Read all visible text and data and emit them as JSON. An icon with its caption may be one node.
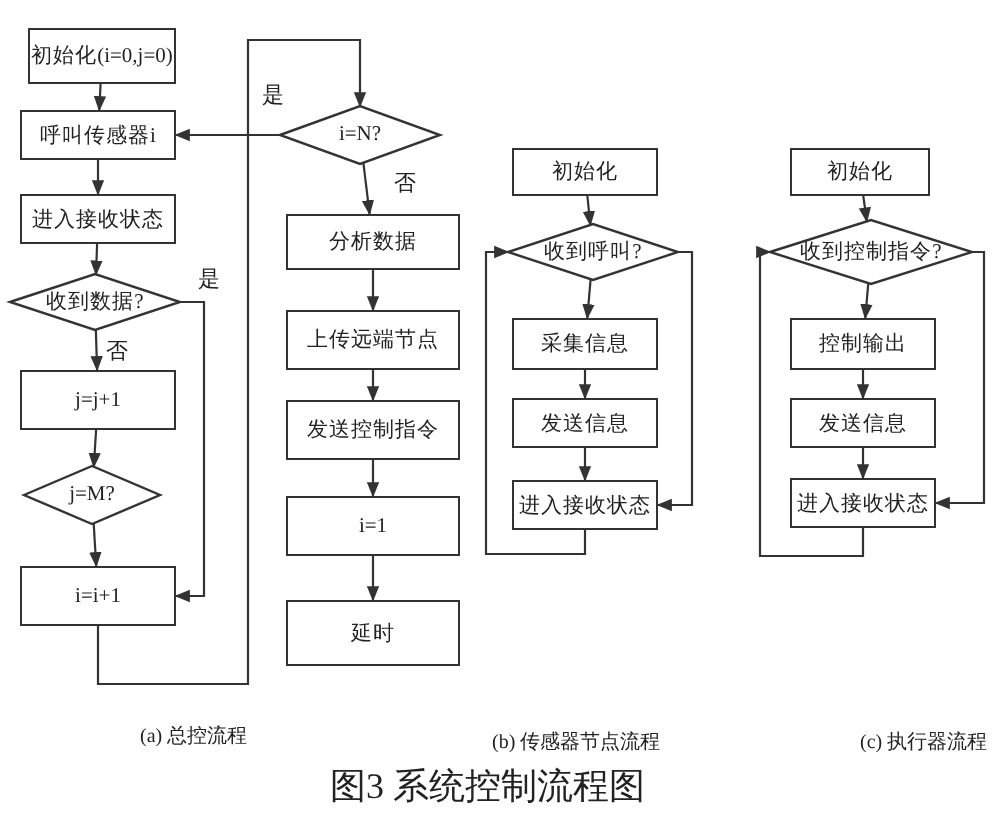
{
  "diagram": {
    "caption": "图3 系统控制流程图",
    "nodes": [
      {
        "text": [
          "初始化(i=0,j=0)"
        ]
      },
      {
        "text": [
          "呼叫传感器i"
        ]
      },
      {
        "text": [
          "进入接收状态"
        ]
      },
      {
        "text": [
          "收到数据?"
        ]
      },
      {
        "text": [
          "j=j+1"
        ]
      },
      {
        "text": [
          "j=M?"
        ]
      },
      {
        "text": [
          "i=i+1"
        ]
      },
      {
        "text": [
          "i=N?"
        ]
      },
      {
        "text": [
          "分析数据"
        ]
      },
      {
        "text": [
          "上传远端节点"
        ]
      },
      {
        "text": [
          "发送控制指令"
        ]
      },
      {
        "text": [
          "i=1"
        ]
      },
      {
        "text": [
          "延时"
        ]
      },
      {
        "text": [
          "初始化"
        ]
      },
      {
        "text": [
          "收到呼叫?"
        ]
      },
      {
        "text": [
          "采集信息"
        ]
      },
      {
        "text": [
          "发送信息"
        ]
      },
      {
        "text": [
          "进入接收状态"
        ]
      },
      {
        "text": [
          "初始化"
        ]
      },
      {
        "text": [
          "收到控制指令?"
        ]
      },
      {
        "text": [
          "控制输出"
        ]
      },
      {
        "text": [
          "发送信息"
        ]
      },
      {
        "text": [
          "进入接收状态"
        ]
      }
    ],
    "edges": [
      {
        "from": 0,
        "to": 1,
        "arrow": "to"
      },
      {
        "from": 1,
        "to": 2,
        "arrow": "to"
      },
      {
        "from": 2,
        "to": 3,
        "arrow": "to"
      },
      {
        "from": 3,
        "to": 4,
        "arrow": "to",
        "label": "否"
      },
      {
        "from": 3,
        "to": 6,
        "arrow": "to",
        "label": "是"
      },
      {
        "from": 4,
        "to": 5,
        "arrow": "to"
      },
      {
        "from": 5,
        "to": 6,
        "arrow": "to"
      },
      {
        "from": 6,
        "to": 7,
        "arrow": "to"
      },
      {
        "from": 7,
        "to": 1,
        "arrow": "to",
        "label": "是"
      },
      {
        "from": 7,
        "to": 8,
        "arrow": "to",
        "label": "否"
      },
      {
        "from": 8,
        "to": 9,
        "arrow": "to"
      },
      {
        "from": 9,
        "to": 10,
        "arrow": "to"
      },
      {
        "from": 10,
        "to": 11,
        "arrow": "to"
      },
      {
        "from": 11,
        "to": 12,
        "arrow": "to"
      },
      {
        "from": 13,
        "to": 14,
        "arrow": "to"
      },
      {
        "from": 14,
        "to": 15,
        "arrow": "to"
      },
      {
        "from": 15,
        "to": 16,
        "arrow": "to"
      },
      {
        "from": 16,
        "to": 17,
        "arrow": "to"
      },
      {
        "from": 14,
        "to": 17,
        "arrow": "to"
      },
      {
        "from": 17,
        "to": 14,
        "arrow": "to"
      },
      {
        "from": 18,
        "to": 19,
        "arrow": "to"
      },
      {
        "from": 19,
        "to": 20,
        "arrow": "to"
      },
      {
        "from": 20,
        "to": 21,
        "arrow": "to"
      },
      {
        "from": 21,
        "to": 22,
        "arrow": "to"
      },
      {
        "from": 19,
        "to": 22,
        "arrow": "to"
      },
      {
        "from": 22,
        "to": 19,
        "arrow": "to"
      }
    ],
    "labels": [
      "(a) 总控流程",
      "(b) 传感器节点流程",
      "(c) 执行器流程"
    ]
  }
}
